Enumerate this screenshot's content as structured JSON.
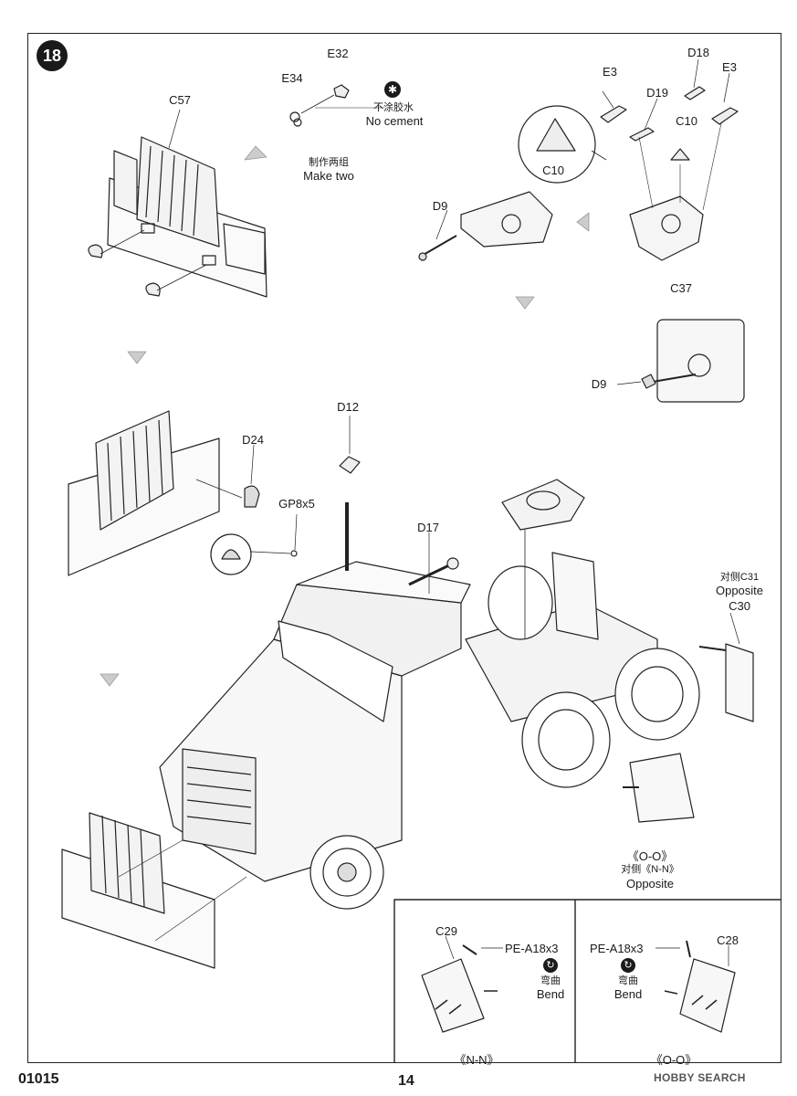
{
  "page": {
    "step_number": "18",
    "catalog_code": "01015",
    "page_number": "14",
    "watermark": "HOBBY SEARCH"
  },
  "parts": {
    "c57": "C57",
    "e32": "E32",
    "e34": "E34",
    "e3_left": "E3",
    "e3_right": "E3",
    "d18": "D18",
    "d19": "D19",
    "c10_top": "C10",
    "c10_callout": "C10",
    "d9_top": "D9",
    "c37": "C37",
    "d9_mid": "D9",
    "d12": "D12",
    "d24": "D24",
    "gp8x5": "GP8x5",
    "d17": "D17",
    "c30": "C30",
    "c29": "C29",
    "c28": "C28",
    "pe_left": "PE-A18x3",
    "pe_right": "PE-A18x3"
  },
  "notes": {
    "no_cement_cn": "不涂胶水",
    "no_cement_en": "No cement",
    "make_two_cn": "制作两组",
    "make_two_en": "Make two",
    "opposite_c31_cn": "对侧C31",
    "opposite_en": "Opposite",
    "oo_label": "《O-O》",
    "nn_opposite_cn": "对侧《N-N》",
    "nn_opposite_en": "Opposite",
    "bend_cn_left": "弯曲",
    "bend_en_left": "Bend",
    "bend_cn_right": "弯曲",
    "bend_en_right": "Bend",
    "inset_nn": "《N-N》",
    "inset_oo": "《O-O》"
  },
  "icons": {
    "step": "step-number-badge",
    "no_cement": "no-cement-icon",
    "bend": "bend-icon",
    "arrow": "assembly-arrow-icon"
  },
  "colors": {
    "ink": "#1a1a1a",
    "paper": "#ffffff"
  }
}
